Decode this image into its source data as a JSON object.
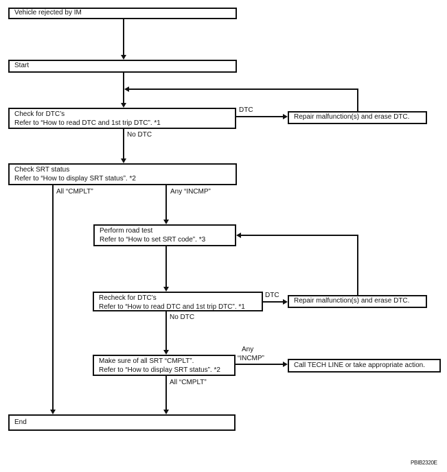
{
  "figure_code": "PBIB2320E",
  "colors": {
    "line": "#111111",
    "background": "#ffffff"
  },
  "nodes": {
    "vehicle_rejected": {
      "line1": "Vehicle rejected by IM"
    },
    "start": {
      "line1": "Start"
    },
    "check_dtc": {
      "line1": "Check for DTC’s",
      "line2": "Refer to “How to read DTC and 1st trip DTC”. *1"
    },
    "repair_1": {
      "line1": "Repair malfunction(s) and erase DTC."
    },
    "check_srt": {
      "line1": "Check SRT status",
      "line2": "Refer to “How to display SRT status”. *2"
    },
    "perform_road_test": {
      "line1": "Perform road test",
      "line2": "Refer to “How to set SRT code”. *3"
    },
    "recheck_dtc": {
      "line1": "Recheck for DTC’s",
      "line2": "Refer to “How to read DTC and 1st trip DTC”. *1"
    },
    "repair_2": {
      "line1": "Repair malfunction(s) and erase DTC."
    },
    "make_sure_srt": {
      "line1": "Make sure of all SRT “CMPLT”.",
      "line2": "Refer to “How to display SRT status”. *2"
    },
    "call_tech_line": {
      "line1": "Call TECH LINE or take appropriate action."
    },
    "end": {
      "line1": "End"
    }
  },
  "edge_labels": {
    "dtc_1": "DTC",
    "no_dtc_1": "No DTC",
    "all_cmplt_1": "All “CMPLT”",
    "any_incmp_1": "Any “INCMP”",
    "dtc_2": "DTC",
    "no_dtc_2": "No DTC",
    "any_2_line1": "Any",
    "any_2_line2": "“INCMP”",
    "all_cmplt_2": "All “CMPLT”"
  }
}
